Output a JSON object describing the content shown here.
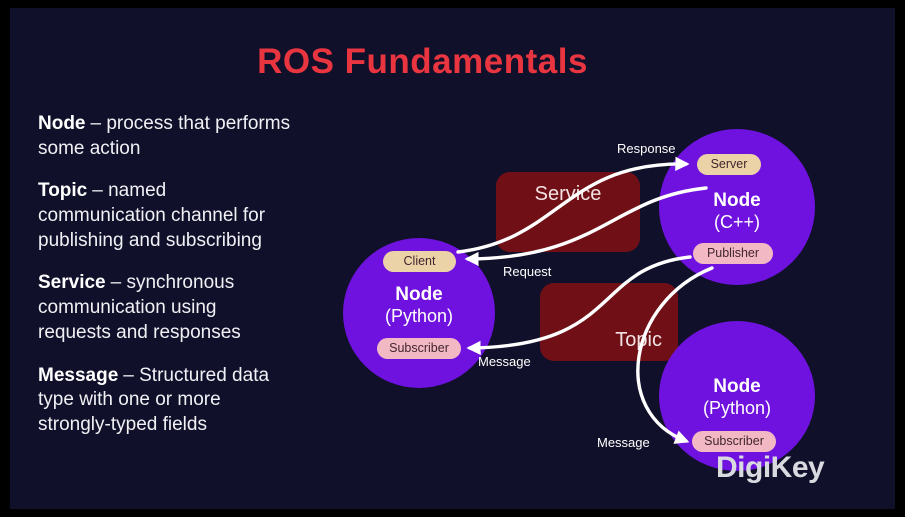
{
  "slide": {
    "title": "ROS Fundamentals",
    "definitions": [
      {
        "term": "Node",
        "body": "– process that performs\nsome action"
      },
      {
        "term": "Topic",
        "body": "– named\ncommunication channel for\npublishing and subscribing"
      },
      {
        "term": "Service",
        "body": "– synchronous\ncommunication using\nrequests and responses"
      },
      {
        "term": "Message",
        "body": "– Structured data\ntype with one or more\nstrongly-typed fields"
      }
    ]
  },
  "diagram": {
    "service_box_label": "Service",
    "topic_box_label": "Topic",
    "node_cpp": {
      "title": "Node",
      "subtitle": "(C++)",
      "ports": {
        "server": "Server",
        "publisher": "Publisher"
      }
    },
    "node_python_left": {
      "title": "Node",
      "subtitle": "(Python)",
      "ports": {
        "client": "Client",
        "subscriber": "Subscriber"
      }
    },
    "node_python_bottom": {
      "title": "Node",
      "subtitle": "(Python)",
      "ports": {
        "subscriber": "Subscriber"
      }
    },
    "edge_labels": {
      "response": "Response",
      "request": "Request",
      "message_topic": "Message",
      "message_direct": "Message"
    }
  },
  "branding": {
    "logo_text": "DigiKey"
  },
  "colors": {
    "frame": "#000000",
    "background": "#10102a",
    "title_red": "#e93540",
    "node_purple": "#6f12df",
    "box_maroon": "#701016",
    "pill_tan": "#ecd3a7",
    "pill_pink": "#f2b9c4",
    "arrow": "#ffffff",
    "text": "#f0f0f5"
  }
}
